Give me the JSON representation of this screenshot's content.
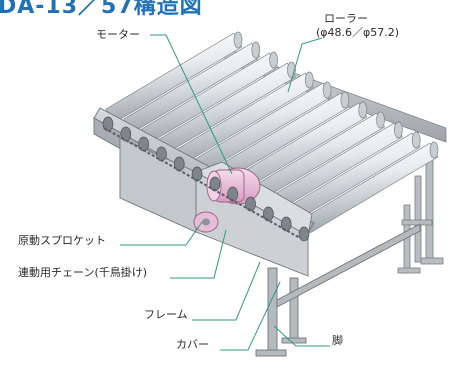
{
  "title": "DA-13／57構造図",
  "labels": {
    "motor": "モーター",
    "roller": "ローラー",
    "roller_dims": "(φ48.6／φ57.2)",
    "drive_sprocket": "原動スプロケット",
    "chain": "連動用チェーン(千鳥掛け)",
    "frame": "フレーム",
    "cover": "カバー",
    "leg": "脚"
  },
  "colors": {
    "title": "#1f72b8",
    "leader": "#2f9a7e",
    "roller_light": "#ffffff",
    "roller_dark": "#9aa3a9",
    "frame": "#b9bec2",
    "motor": "#e7b7d4"
  },
  "roller_count": 12
}
